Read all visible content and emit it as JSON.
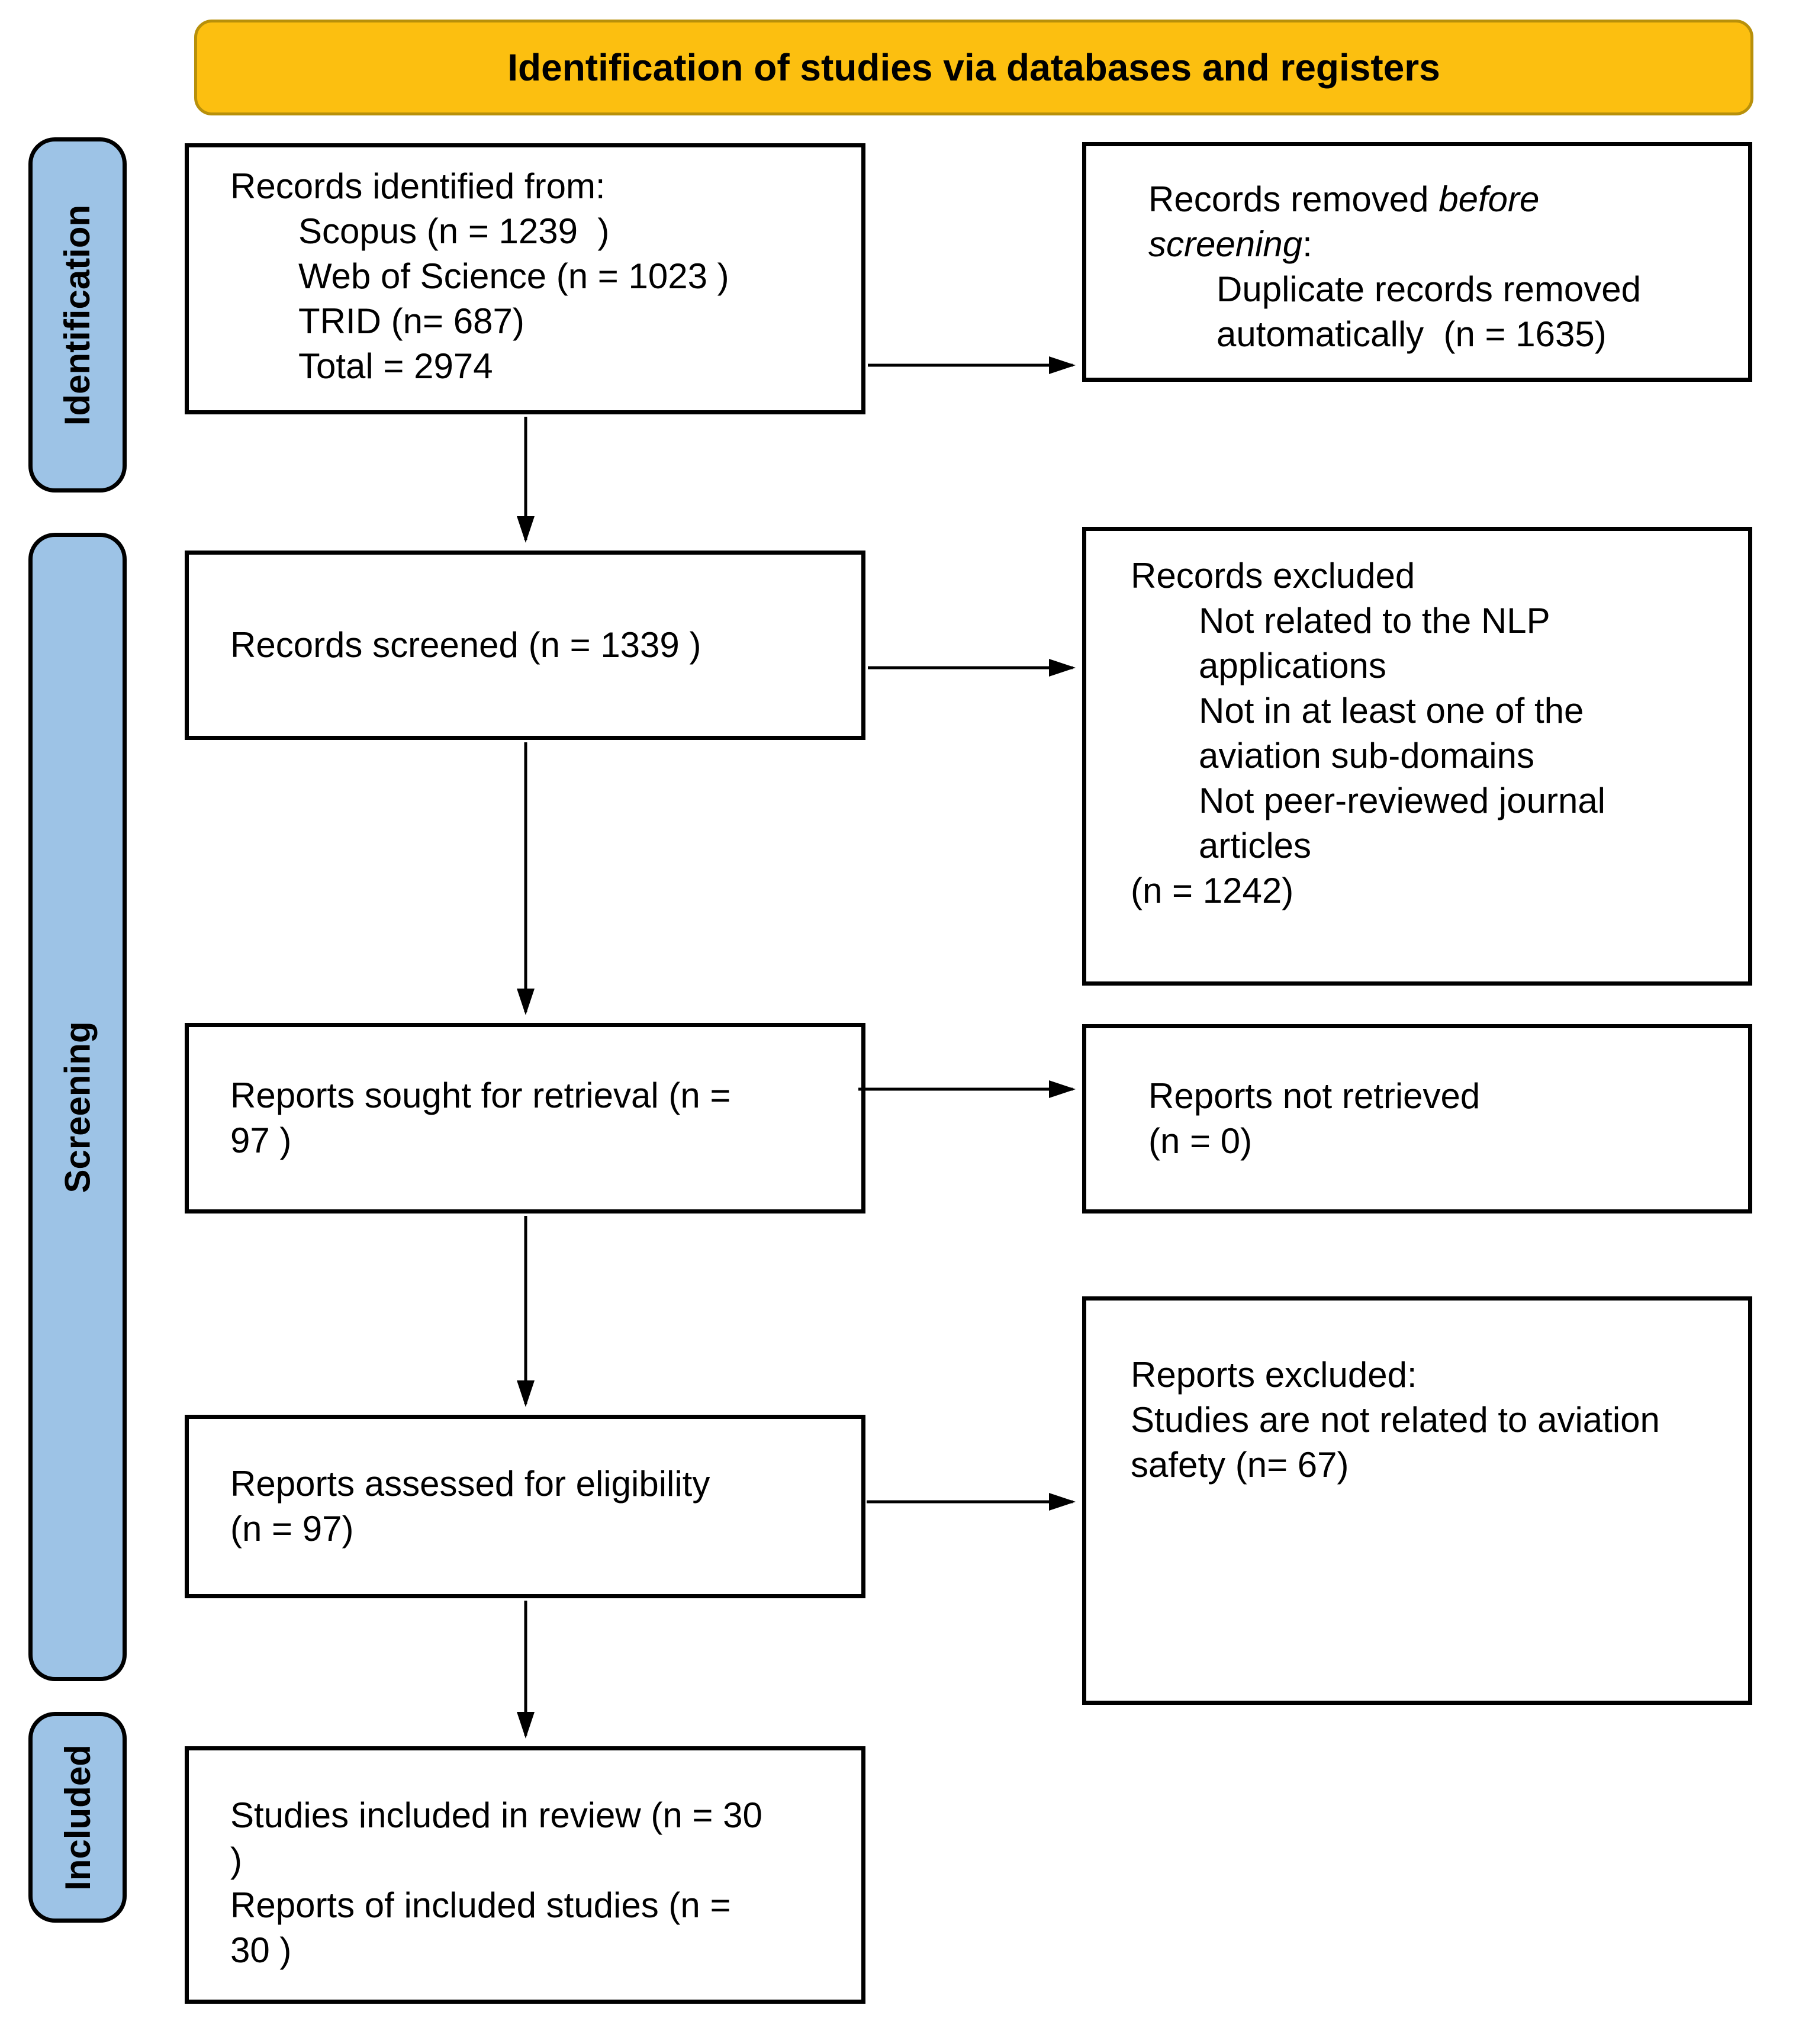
{
  "header": {
    "title": "Identification of studies via databases and registers"
  },
  "stages": {
    "identification": "Identification",
    "screening": "Screening",
    "included": "Included"
  },
  "boxes": {
    "records_identified": {
      "line1": "Records identified from:",
      "line2": "Scopus (n = 1239  )",
      "line3": "Web of Science (n = 1023 )",
      "line4": "TRID (n= 687)",
      "line5": "Total = 2974"
    },
    "records_removed": {
      "line1_normal": "Records removed ",
      "line1_italic": "before",
      "line2_italic": "screening",
      "line2_normal": ":",
      "line3": "Duplicate records removed",
      "line4": "automatically  (n = 1635)"
    },
    "records_screened": {
      "line1": "Records screened (n = 1339 )"
    },
    "records_excluded": {
      "line1": "Records excluded",
      "line2": "Not related to the NLP",
      "line3": "applications",
      "line4": "Not in at least one of the",
      "line5": "aviation sub-domains",
      "line6": "Not peer-reviewed journal",
      "line7": "articles",
      "line8": "(n = 1242)"
    },
    "reports_sought": {
      "line1": "Reports sought for retrieval (n =",
      "line2": "97 )"
    },
    "reports_not_retrieved": {
      "line1": "Reports not retrieved",
      "line2": "(n = 0)"
    },
    "reports_assessed": {
      "line1": "Reports assessed for eligibility",
      "line2": "(n = 97)"
    },
    "reports_excluded": {
      "line1": "Reports excluded:",
      "line2": "Studies are not related to aviation",
      "line3": "safety (n= 67)"
    },
    "studies_included": {
      "line1": "Studies included in review (n = 30",
      "line2": ")",
      "line3": "Reports of included studies (n =",
      "line4": "30 )"
    }
  },
  "colors": {
    "header_fill": "#FCBF10",
    "header_border": "#B8900A",
    "stage_fill": "#9DC3E6",
    "box_border": "#000000"
  }
}
